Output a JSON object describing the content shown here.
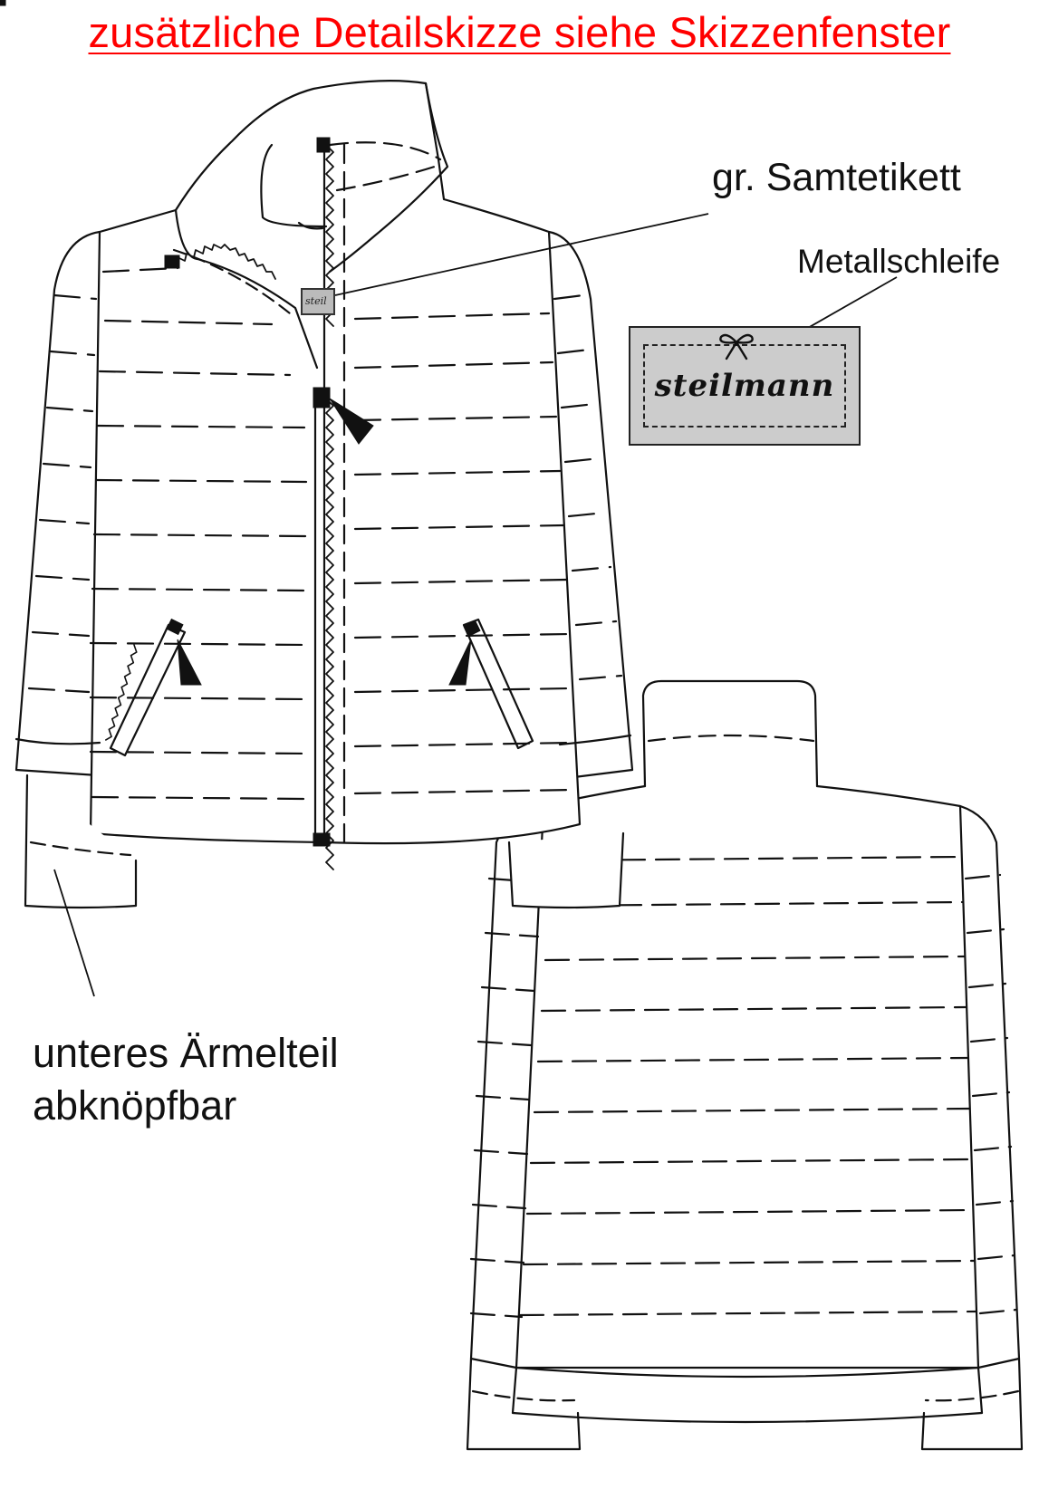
{
  "header": {
    "note": "zusätzliche Detailskizze siehe Skizzenfenster",
    "color": "#ff0000"
  },
  "labels": {
    "samtetikett": "gr. Samtetikett",
    "metallschleife": "Metallschleife",
    "sleeve_line1": "unteres Ärmelteil",
    "sleeve_line2": "abknöpfbar"
  },
  "patch": {
    "brand": "steilmann",
    "fill": "#cccccc"
  },
  "mini_patch": {
    "brand": "steil"
  },
  "line_color": "#111111"
}
